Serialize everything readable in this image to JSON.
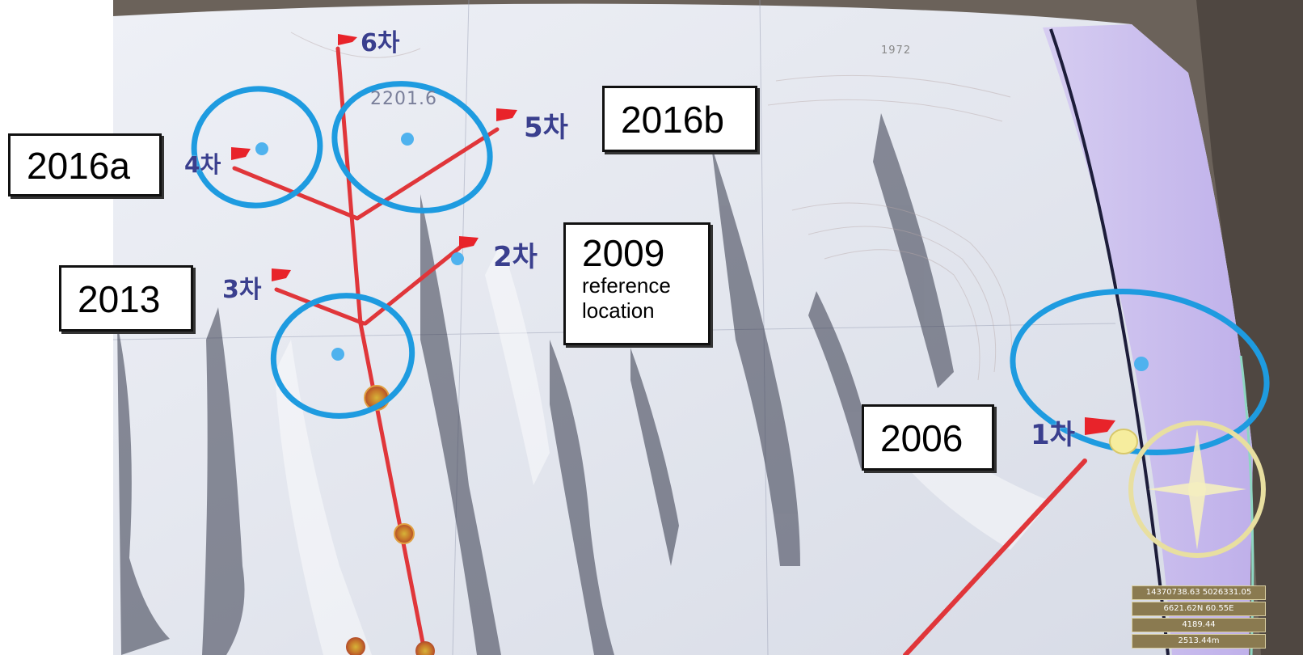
{
  "labels": {
    "l2016a": {
      "year": "2016a"
    },
    "l2016b": {
      "year": "2016b"
    },
    "l2013": {
      "year": "2013"
    },
    "l2009": {
      "year": "2009",
      "line1": "reference",
      "line2": "location"
    },
    "l2006": {
      "year": "2006"
    }
  },
  "flags": {
    "f6": "6차",
    "f5": "5차",
    "f4": "4차",
    "f2": "2차",
    "f3": "3차",
    "f1": "1차"
  },
  "elevations": {
    "peak_main": "2201.6",
    "peak_right": "1972"
  },
  "coordinates": [
    "14370738.63 5026331.05",
    "6621.62N 60.55E",
    "4189.44",
    "2513.44m"
  ],
  "colors": {
    "circle": "#1e9be0",
    "tunnel": "#e0363a",
    "flag": "#e8232a",
    "flag_text": "#3a3f8e",
    "border_strip": "#c7b8ec",
    "compass": "#e8dfa0"
  },
  "icons": {
    "flag": "flag-icon",
    "explosion": "explosion-icon",
    "compass": "compass-icon",
    "marker": "marker-dot-icon"
  }
}
